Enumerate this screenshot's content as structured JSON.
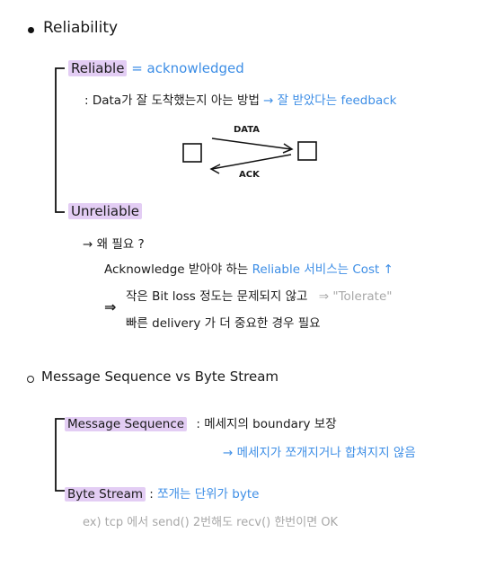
{
  "reliability": {
    "title": "Reliability",
    "reliable": {
      "label": "Reliable",
      "equals": "= acknowledged",
      "desc_prefix": ": Data가 잘 도착했는지 아는 방법",
      "desc_arrow": "→ 잘 받았다는 feedback"
    },
    "diagram": {
      "data_label": "DATA",
      "ack_label": "ACK"
    },
    "unreliable": {
      "label": "Unreliable",
      "why": "→ 왜 필요 ?",
      "line1_prefix": "Acknowledge 받아야 하는",
      "line1_blue": "Reliable 서비스는 Cost ↑",
      "implies": "⇒",
      "line2": "작은 Bit loss 정도는 문제되지 않고",
      "line2_tolerate": "⇒ \"Tolerate\"",
      "line3": "빠른 delivery 가 더 중요한 경우 필요"
    }
  },
  "message_vs_byte": {
    "title": "Message Sequence vs Byte Stream",
    "message": {
      "label": "Message Sequence",
      "colon_desc": ":  메세지의 boundary 보장",
      "sub": "→ 메세지가 쪼개지거나 합쳐지지 않음"
    },
    "byte": {
      "label": "Byte Stream",
      "colon": ":",
      "desc": "쪼개는 단위가 byte"
    },
    "example": "ex)  tcp 에서  send() 2번해도  recv() 한번이면 OK"
  }
}
